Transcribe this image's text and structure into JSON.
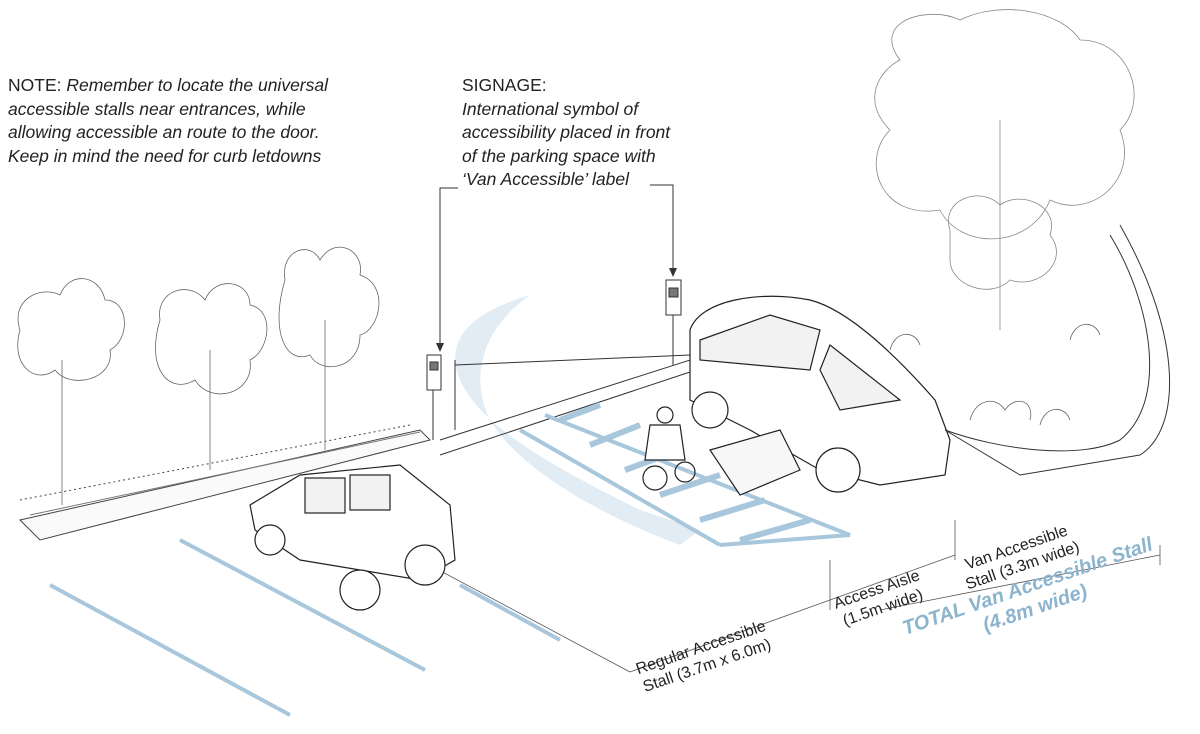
{
  "note": {
    "prefix": "NOTE: ",
    "body": "Remember to locate the universal accessible stalls near entrances, while allowing accessible an route to the door. Keep in mind the need for curb letdowns"
  },
  "signage": {
    "title": "SIGNAGE:",
    "body": "International symbol of accessibility placed in front of the parking space with ‘Van Accessible’ label"
  },
  "labels": {
    "regular_line1": "Regular Accessible",
    "regular_line2": "Stall (3.7m x 6.0m)",
    "aisle_line1": "Access Aisle",
    "aisle_line2": "(1.5m wide)",
    "van_line1": "Van Accessible",
    "van_line2": "Stall (3.3m wide)",
    "total_line1": "TOTAL Van Accessible Stall",
    "total_line2": "(4.8m wide)"
  },
  "colors": {
    "accent_blue": "#8cb4cf",
    "line_blue": "#a9c7dc",
    "ink": "#2a2a2a"
  }
}
